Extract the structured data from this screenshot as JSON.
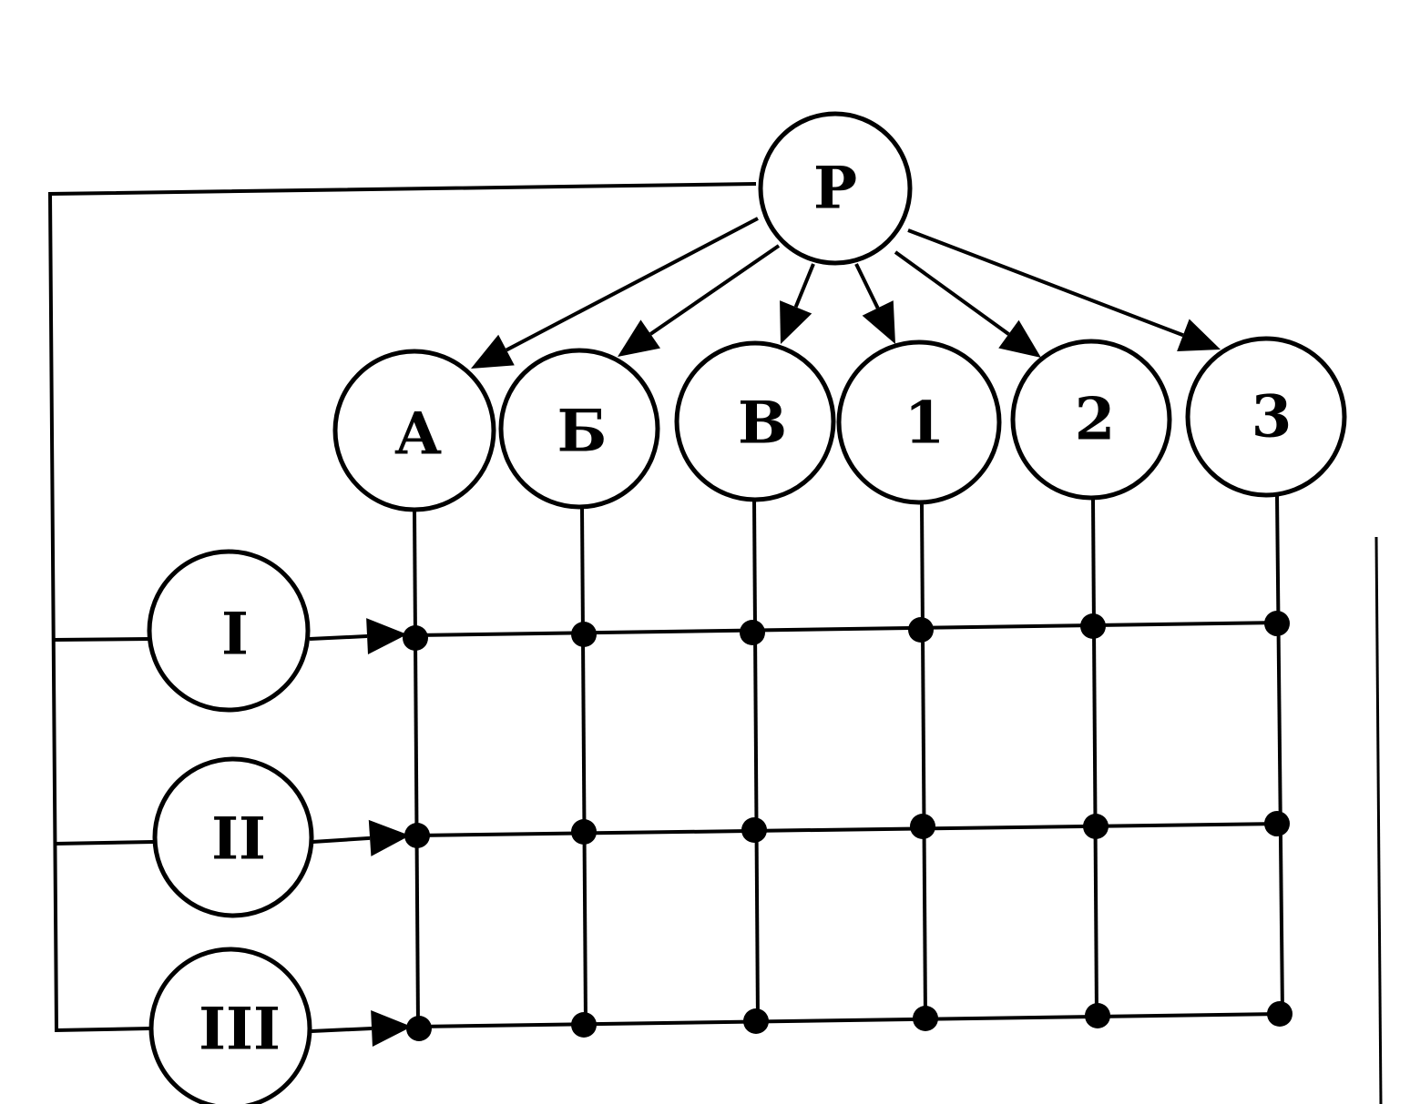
{
  "diagram": {
    "root": {
      "id": "P",
      "label": "Р"
    },
    "columns": [
      {
        "id": "A",
        "label": "А"
      },
      {
        "id": "B6",
        "label": "Б"
      },
      {
        "id": "V",
        "label": "В"
      },
      {
        "id": "c1",
        "label": "1"
      },
      {
        "id": "c2",
        "label": "2"
      },
      {
        "id": "c3",
        "label": "3"
      }
    ],
    "rows": [
      {
        "id": "r1",
        "label": "I"
      },
      {
        "id": "r2",
        "label": "II"
      },
      {
        "id": "r3",
        "label": "III"
      }
    ],
    "edges": [
      {
        "from": "P",
        "to": "A",
        "type": "arrow"
      },
      {
        "from": "P",
        "to": "B6",
        "type": "arrow"
      },
      {
        "from": "P",
        "to": "V",
        "type": "arrow"
      },
      {
        "from": "P",
        "to": "c1",
        "type": "arrow"
      },
      {
        "from": "P",
        "to": "c2",
        "type": "arrow"
      },
      {
        "from": "P",
        "to": "c3",
        "type": "arrow"
      },
      {
        "from": "P",
        "to": "r1",
        "type": "line"
      },
      {
        "from": "P",
        "to": "r2",
        "type": "line"
      },
      {
        "from": "P",
        "to": "r3",
        "type": "line"
      },
      {
        "from": "r1",
        "to": "grid",
        "type": "arrow"
      },
      {
        "from": "r2",
        "to": "grid",
        "type": "arrow"
      },
      {
        "from": "r3",
        "to": "grid",
        "type": "arrow"
      }
    ],
    "colors": {
      "stroke": "#000000",
      "background": "#ffffff"
    }
  }
}
